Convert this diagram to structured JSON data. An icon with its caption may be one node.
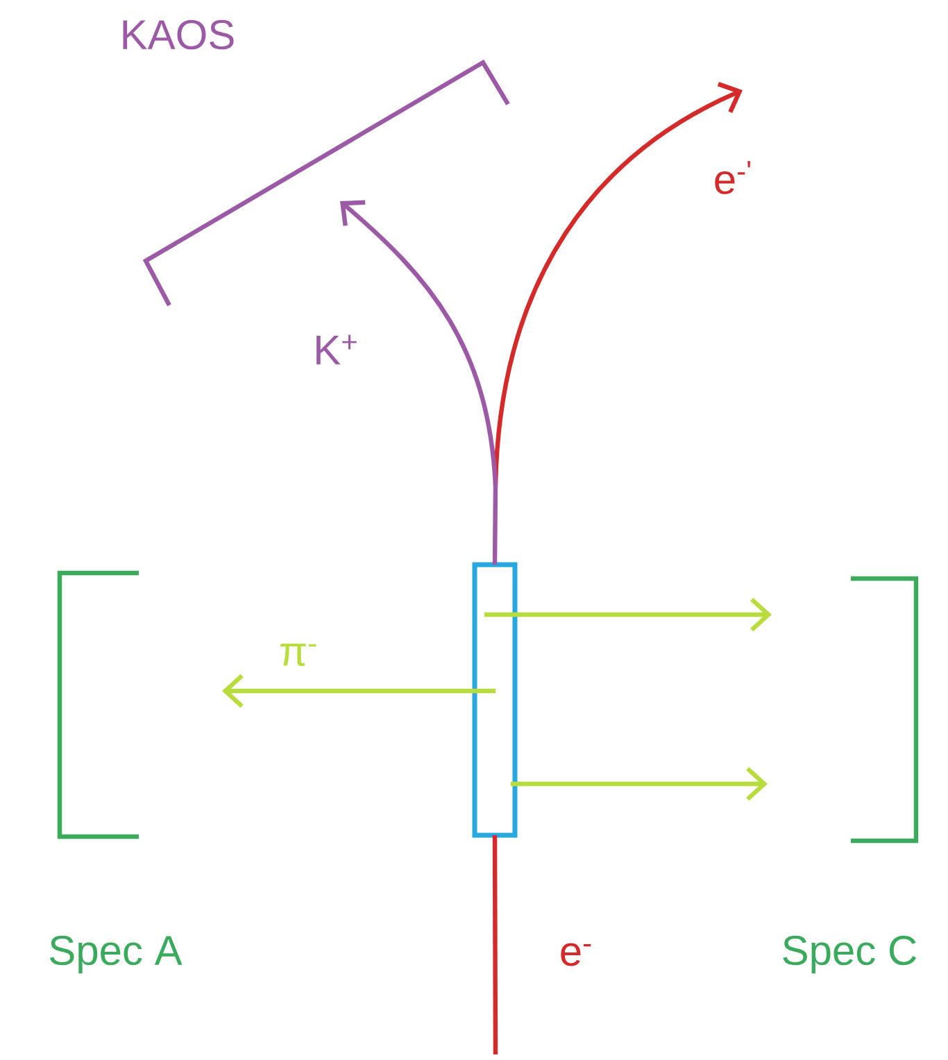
{
  "diagram": {
    "nodes": [
      {
        "text": [
          "KAOS"
        ]
      },
      {
        "text": [
          "Spec A"
        ]
      },
      {
        "text": [
          "Spec C"
        ]
      },
      {
        "text": [],
        "shape": "box"
      }
    ],
    "edges": [
      {
        "from": null,
        "to": 3,
        "arrow": "none",
        "label": "e$^{-}$",
        "color": "#d42a2a"
      },
      {
        "from": 3,
        "to": 0,
        "arrow": "to",
        "label": "K$^{+}$",
        "color": "#9b59a6"
      },
      {
        "from": 3,
        "to": null,
        "arrow": "to",
        "label": "e$^{-'}$",
        "color": "#d42a2a"
      },
      {
        "from": 3,
        "to": 1,
        "arrow": "to",
        "label": "π$^{-}$"
      },
      {
        "from": 3,
        "to": 2,
        "arrow": "to"
      },
      {
        "from": 3,
        "to": 2,
        "arrow": "to"
      }
    ]
  }
}
